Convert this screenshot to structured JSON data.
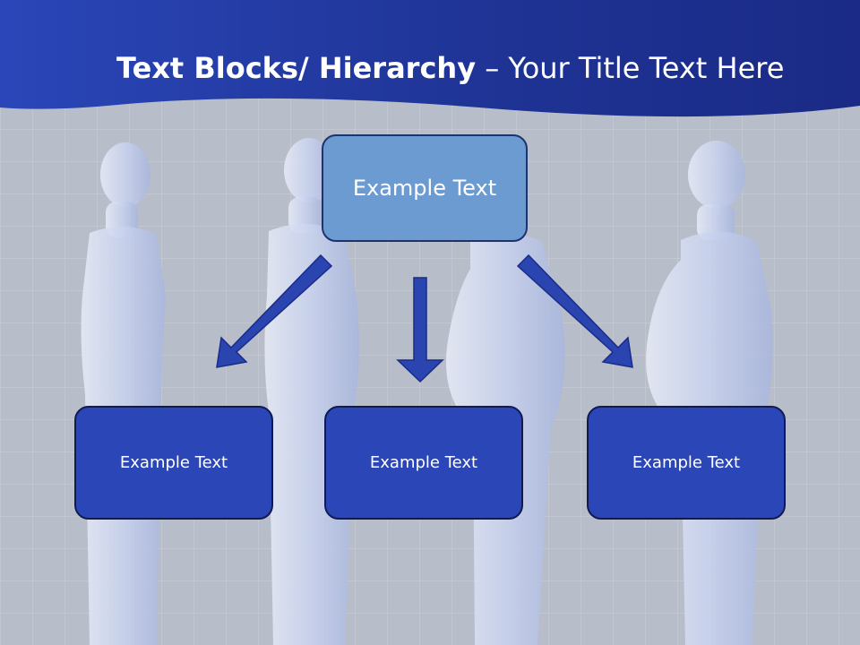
{
  "title": {
    "bold": "Text Blocks/ Hierarchy",
    "separator": " – ",
    "rest": "Your Title Text Here"
  },
  "hierarchy": {
    "top": "Example Text",
    "children": [
      "Example Text",
      "Example Text",
      "Example Text"
    ]
  },
  "colors": {
    "header_blue": "#1f3496",
    "top_box": "#6b9bd1",
    "child_box": "#2b46b6",
    "arrow": "#2a44b0"
  }
}
